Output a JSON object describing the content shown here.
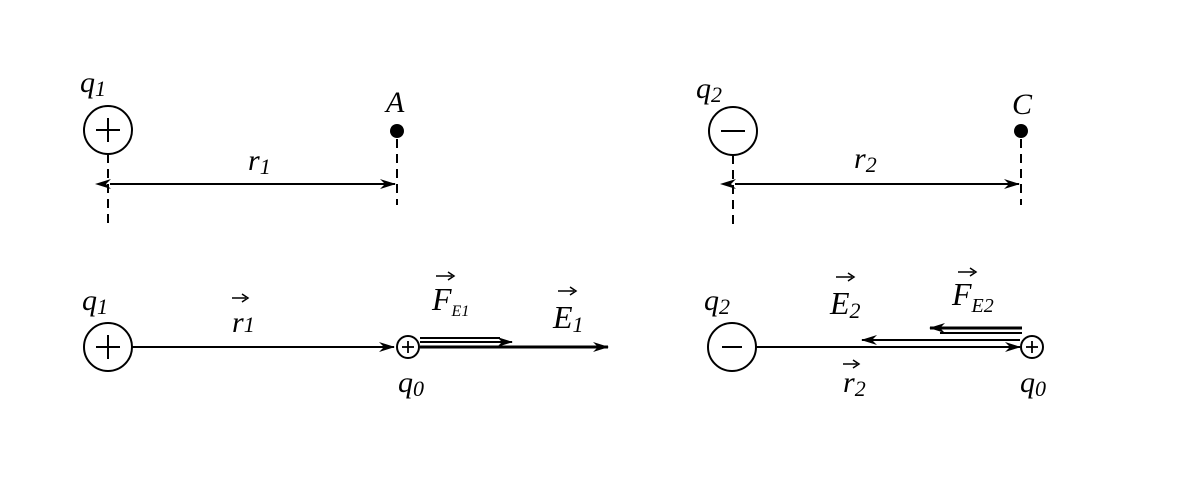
{
  "top_left": {
    "charge": {
      "symbol": "q",
      "index": "1",
      "sign": "+"
    },
    "point": "A",
    "distance": {
      "symbol": "r",
      "index": "1"
    }
  },
  "top_right": {
    "charge": {
      "symbol": "q",
      "index": "2",
      "sign": "−"
    },
    "point": "C",
    "distance": {
      "symbol": "r",
      "index": "2"
    }
  },
  "bottom_left": {
    "charge": {
      "symbol": "q",
      "index": "1",
      "sign": "+"
    },
    "radius_vector": {
      "symbol": "r",
      "index": "1"
    },
    "force": {
      "symbol": "F",
      "index": "E1"
    },
    "field": {
      "symbol": "E",
      "index": "1"
    },
    "test_charge": {
      "symbol": "q",
      "index": "0",
      "sign": "+"
    }
  },
  "bottom_right": {
    "charge": {
      "symbol": "q",
      "index": "2",
      "sign": "−"
    },
    "radius_vector": {
      "symbol": "r",
      "index": "2"
    },
    "force": {
      "symbol": "F",
      "index": "E2"
    },
    "field": {
      "symbol": "E",
      "index": "2"
    },
    "test_charge": {
      "symbol": "q",
      "index": "0",
      "sign": "+"
    }
  }
}
